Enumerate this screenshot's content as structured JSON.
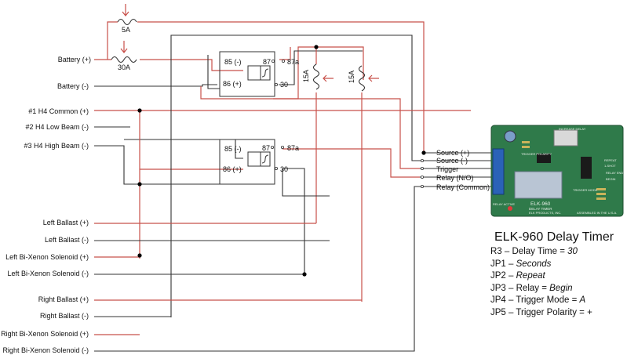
{
  "left_labels": [
    {
      "id": "battery-pos",
      "text": "Battery (+)"
    },
    {
      "id": "battery-neg",
      "text": "Battery (-)"
    },
    {
      "id": "h4-common",
      "text": "#1 H4 Common (+)"
    },
    {
      "id": "h4-low",
      "text": "#2 H4 Low Beam (-)"
    },
    {
      "id": "h4-high",
      "text": "#3 H4 High Beam (-)"
    },
    {
      "id": "left-ballast-pos",
      "text": "Left Ballast (+)"
    },
    {
      "id": "left-ballast-neg",
      "text": "Left Ballast (-)"
    },
    {
      "id": "left-bixenon-pos",
      "text": "Left Bi-Xenon Solenoid (+)"
    },
    {
      "id": "left-bixenon-neg",
      "text": "Left Bi-Xenon Solenoid (-)"
    },
    {
      "id": "right-ballast-pos",
      "text": "Right Ballast (+)"
    },
    {
      "id": "right-ballast-neg",
      "text": "Right Ballast (-)"
    },
    {
      "id": "right-bixenon-pos",
      "text": "Right Bi-Xenon Solenoid (+)"
    },
    {
      "id": "right-bixenon-neg",
      "text": "Right  Bi-Xenon Solenoid (-)"
    }
  ],
  "fuses": {
    "f5a": "5A",
    "f30a": "30A",
    "f15a_1": "15A",
    "f15a_2": "15A"
  },
  "relay1": {
    "p85": "85 (-)",
    "p86": "86 (+)",
    "p87": "87",
    "p87a": "87a",
    "p30": "30"
  },
  "relay2": {
    "p85": "85 (-)",
    "p86": "86 (+)",
    "p87": "87",
    "p87a": "87a",
    "p30": "30"
  },
  "module_terminals": [
    "Source (+)",
    "Source (-)",
    "Trigger",
    "Relay (N/O)",
    "Relay (Common)"
  ],
  "pcb_text": {
    "brand": "ELK-960",
    "subtitle": "DELAY TIMER",
    "maker": "ELK PRODUCTS, INC.",
    "made": "ASSEMBLED IN THE U.S.A.",
    "relay_active": "RELAY ACTIVE",
    "trigger_polarity": "TRIGGER POLARITY",
    "increase_delay": "INCREASE DELAY",
    "repeat": "REPEAT",
    "one_shot": "1-SHOT",
    "relay_end": "RELAY END",
    "begin": "BEGIN",
    "trigger_mode": "TRIGGER MODE"
  },
  "module": {
    "title": "ELK-960 Delay Timer",
    "settings": [
      {
        "key": "R3",
        "label": "Delay Time = ",
        "value": "30"
      },
      {
        "key": "JP1",
        "label": "",
        "value": "Seconds"
      },
      {
        "key": "JP2",
        "label": "",
        "value": "Repeat"
      },
      {
        "key": "JP3",
        "label": "Relay = ",
        "value": "Begin"
      },
      {
        "key": "JP4",
        "label": "Trigger Mode = ",
        "value": "A"
      },
      {
        "key": "JP5",
        "label": "Trigger Polarity = ",
        "value": "+"
      }
    ]
  },
  "colors": {
    "wire_positive": "#c8504a",
    "wire_negative": "#333333",
    "pcb_green": "#2f7a4a"
  }
}
